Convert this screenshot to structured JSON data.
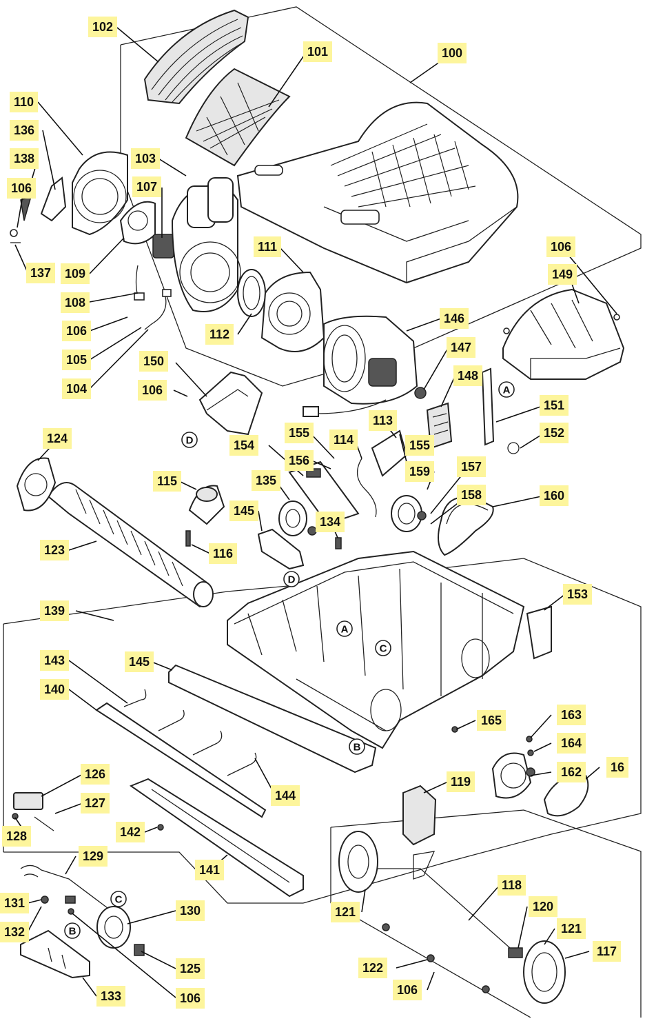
{
  "callouts": [
    {
      "id": "c100",
      "text": "100"
    },
    {
      "id": "c101",
      "text": "101"
    },
    {
      "id": "c102",
      "text": "102"
    },
    {
      "id": "c103",
      "text": "103"
    },
    {
      "id": "c104",
      "text": "104"
    },
    {
      "id": "c105",
      "text": "105"
    },
    {
      "id": "c106a",
      "text": "106"
    },
    {
      "id": "c106b",
      "text": "106"
    },
    {
      "id": "c106c",
      "text": "106"
    },
    {
      "id": "c106d",
      "text": "106"
    },
    {
      "id": "c106e",
      "text": "106"
    },
    {
      "id": "c106f",
      "text": "106"
    },
    {
      "id": "c107",
      "text": "107"
    },
    {
      "id": "c108",
      "text": "108"
    },
    {
      "id": "c109",
      "text": "109"
    },
    {
      "id": "c110",
      "text": "110"
    },
    {
      "id": "c111",
      "text": "111"
    },
    {
      "id": "c112",
      "text": "112"
    },
    {
      "id": "c113",
      "text": "113"
    },
    {
      "id": "c114",
      "text": "114"
    },
    {
      "id": "c115",
      "text": "115"
    },
    {
      "id": "c116",
      "text": "116"
    },
    {
      "id": "c117",
      "text": "117"
    },
    {
      "id": "c118",
      "text": "118"
    },
    {
      "id": "c119",
      "text": "119"
    },
    {
      "id": "c120",
      "text": "120"
    },
    {
      "id": "c121a",
      "text": "121"
    },
    {
      "id": "c121b",
      "text": "121"
    },
    {
      "id": "c122",
      "text": "122"
    },
    {
      "id": "c123",
      "text": "123"
    },
    {
      "id": "c124",
      "text": "124"
    },
    {
      "id": "c125",
      "text": "125"
    },
    {
      "id": "c126",
      "text": "126"
    },
    {
      "id": "c127",
      "text": "127"
    },
    {
      "id": "c128",
      "text": "128"
    },
    {
      "id": "c129",
      "text": "129"
    },
    {
      "id": "c130",
      "text": "130"
    },
    {
      "id": "c131",
      "text": "131"
    },
    {
      "id": "c132",
      "text": "132"
    },
    {
      "id": "c133",
      "text": "133"
    },
    {
      "id": "c134",
      "text": "134"
    },
    {
      "id": "c135",
      "text": "135"
    },
    {
      "id": "c136",
      "text": "136"
    },
    {
      "id": "c137",
      "text": "137"
    },
    {
      "id": "c138",
      "text": "138"
    },
    {
      "id": "c139",
      "text": "139"
    },
    {
      "id": "c140",
      "text": "140"
    },
    {
      "id": "c141",
      "text": "141"
    },
    {
      "id": "c142",
      "text": "142"
    },
    {
      "id": "c143",
      "text": "143"
    },
    {
      "id": "c144",
      "text": "144"
    },
    {
      "id": "c145a",
      "text": "145"
    },
    {
      "id": "c145b",
      "text": "145"
    },
    {
      "id": "c146",
      "text": "146"
    },
    {
      "id": "c147",
      "text": "147"
    },
    {
      "id": "c148",
      "text": "148"
    },
    {
      "id": "c149",
      "text": "149"
    },
    {
      "id": "c150",
      "text": "150"
    },
    {
      "id": "c151",
      "text": "151"
    },
    {
      "id": "c152",
      "text": "152"
    },
    {
      "id": "c153",
      "text": "153"
    },
    {
      "id": "c154",
      "text": "154"
    },
    {
      "id": "c155a",
      "text": "155"
    },
    {
      "id": "c155b",
      "text": "155"
    },
    {
      "id": "c156",
      "text": "156"
    },
    {
      "id": "c157",
      "text": "157"
    },
    {
      "id": "c158",
      "text": "158"
    },
    {
      "id": "c159",
      "text": "159"
    },
    {
      "id": "c160",
      "text": "160"
    },
    {
      "id": "c161",
      "text": "16"
    },
    {
      "id": "c162",
      "text": "162"
    },
    {
      "id": "c163",
      "text": "163"
    },
    {
      "id": "c164",
      "text": "164"
    },
    {
      "id": "c165",
      "text": "165"
    }
  ],
  "reference_marks": {
    "a1": "A",
    "a2": "A",
    "b1": "B",
    "b2": "B",
    "c1": "C",
    "c2": "C",
    "d1": "D",
    "d2": "D"
  },
  "colors": {
    "label_highlight": "#fdf59c",
    "line_art": "#222222",
    "background": "#ffffff"
  }
}
